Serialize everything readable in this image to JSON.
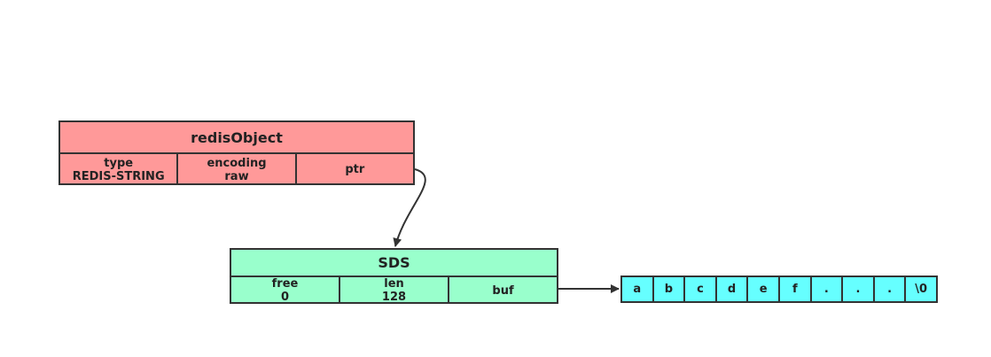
{
  "redis_object": {
    "title": "redisObject",
    "fields": [
      {
        "label": "type",
        "value": "REDIS-STRING"
      },
      {
        "label": "encoding",
        "value": "raw"
      },
      {
        "label": "ptr",
        "value": ""
      }
    ]
  },
  "sds": {
    "title": "SDS",
    "fields": [
      {
        "label": "free",
        "value": "0"
      },
      {
        "label": "len",
        "value": "128"
      },
      {
        "label": "buf",
        "value": ""
      }
    ]
  },
  "buffer": [
    "a",
    "b",
    "c",
    "d",
    "e",
    "f",
    ".",
    ".",
    ".",
    "\\0"
  ],
  "colors": {
    "redis_object": "#ff9999",
    "sds": "#99ffcc",
    "buffer": "#66ffff",
    "border": "#333333"
  }
}
